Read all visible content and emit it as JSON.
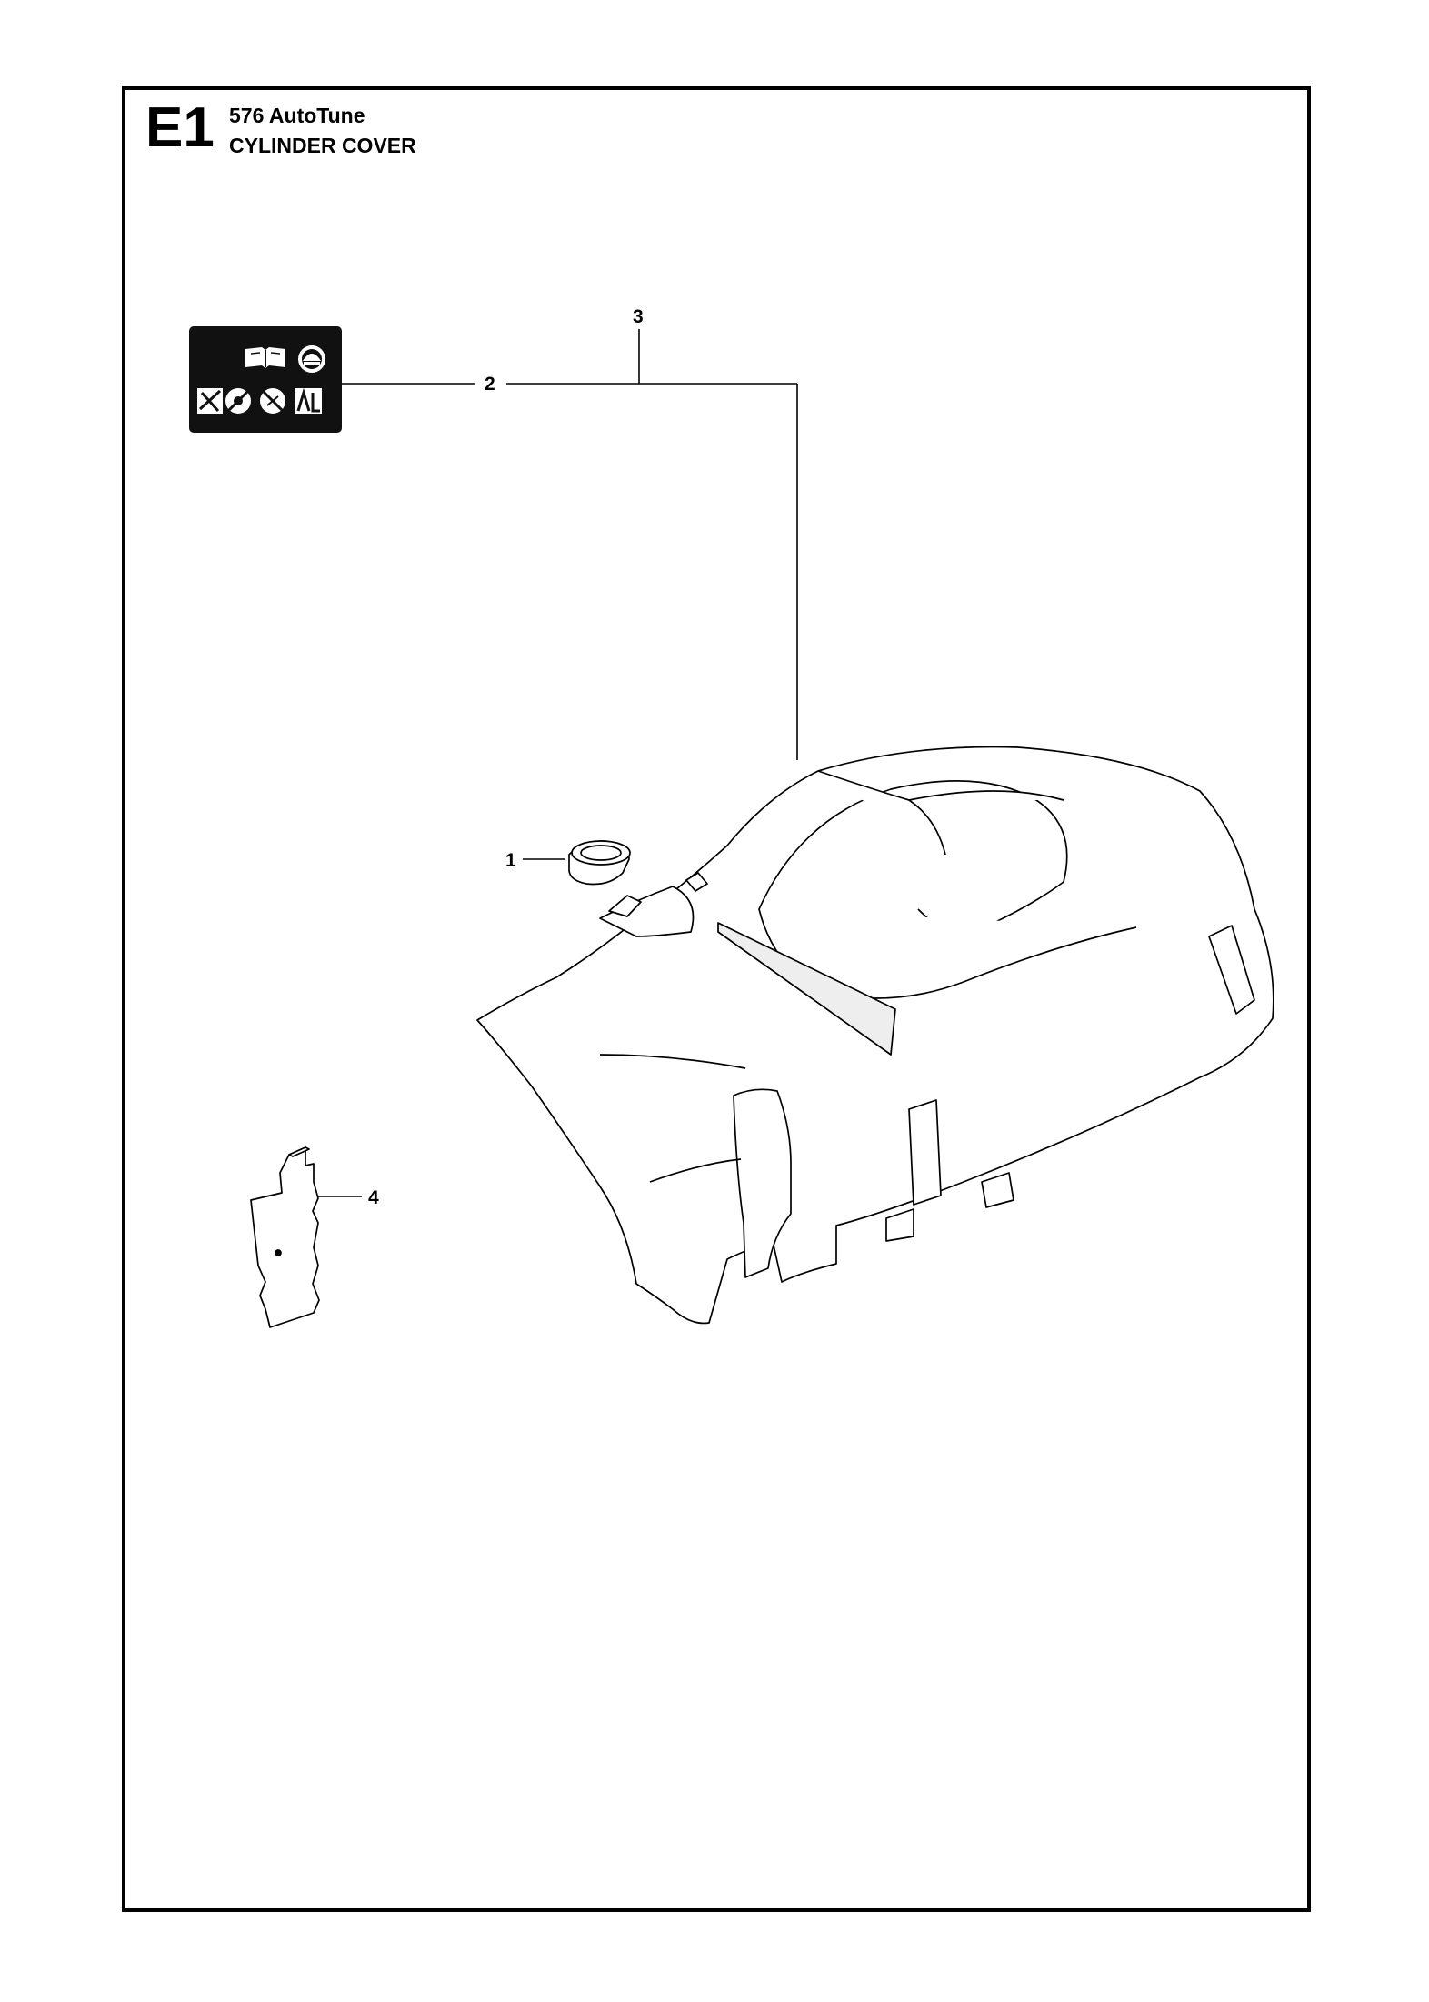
{
  "header": {
    "section_code": "E1",
    "model": "576 AutoTune",
    "title": "CYLINDER COVER"
  },
  "callouts": {
    "part_1": "1",
    "part_2": "2",
    "part_3": "3",
    "part_4": "4"
  },
  "colors": {
    "line": "#000000",
    "decal_background": "#111111",
    "paper": "#ffffff"
  },
  "icons": [
    "manual-book-icon",
    "helmet-icon",
    "chainsaw-warning-icons"
  ]
}
